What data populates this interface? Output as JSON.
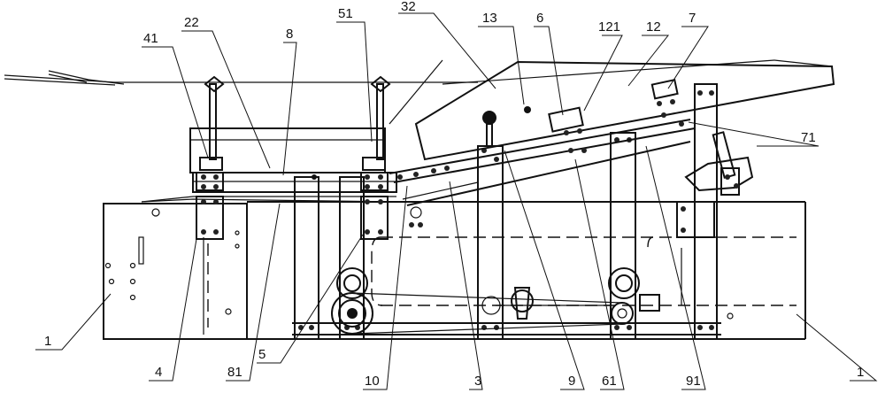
{
  "labels": {
    "l1_left": "1",
    "l4": "4",
    "l81": "81",
    "l5": "5",
    "l10": "10",
    "l3": "3",
    "l9": "9",
    "l61": "61",
    "l91": "91",
    "l1_right": "1",
    "l41": "41",
    "l22": "22",
    "l8": "8",
    "l51": "51",
    "l32": "32",
    "l13": "13",
    "l6": "6",
    "l121": "121",
    "l12": "12",
    "l7": "7",
    "l71": "71"
  }
}
